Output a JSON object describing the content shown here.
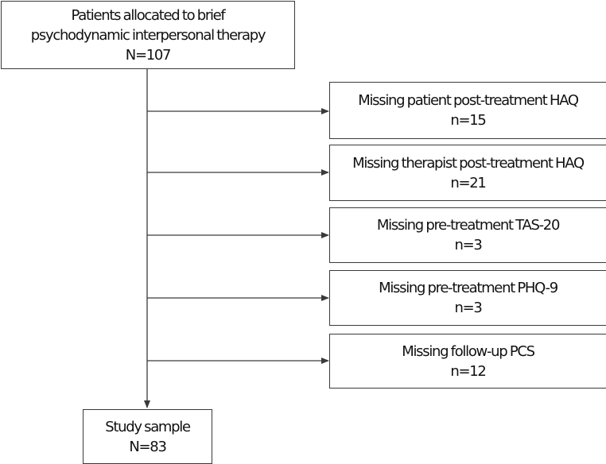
{
  "start": {
    "line1": "Patients allocated to brief",
    "line2": "psychodynamic interpersonal therapy",
    "count": "N=107"
  },
  "exclusions": [
    {
      "label": "Missing patient post-treatment HAQ",
      "count": "n=15"
    },
    {
      "label": "Missing therapist post-treatment HAQ",
      "count": "n=21"
    },
    {
      "label": "Missing pre-treatment TAS-20",
      "count": "n=3"
    },
    {
      "label": "Missing pre-treatment PHQ-9",
      "count": "n=3"
    },
    {
      "label": "Missing follow-up PCS",
      "count": "n=12"
    }
  ],
  "final": {
    "label": "Study sample",
    "count": "N=83"
  }
}
